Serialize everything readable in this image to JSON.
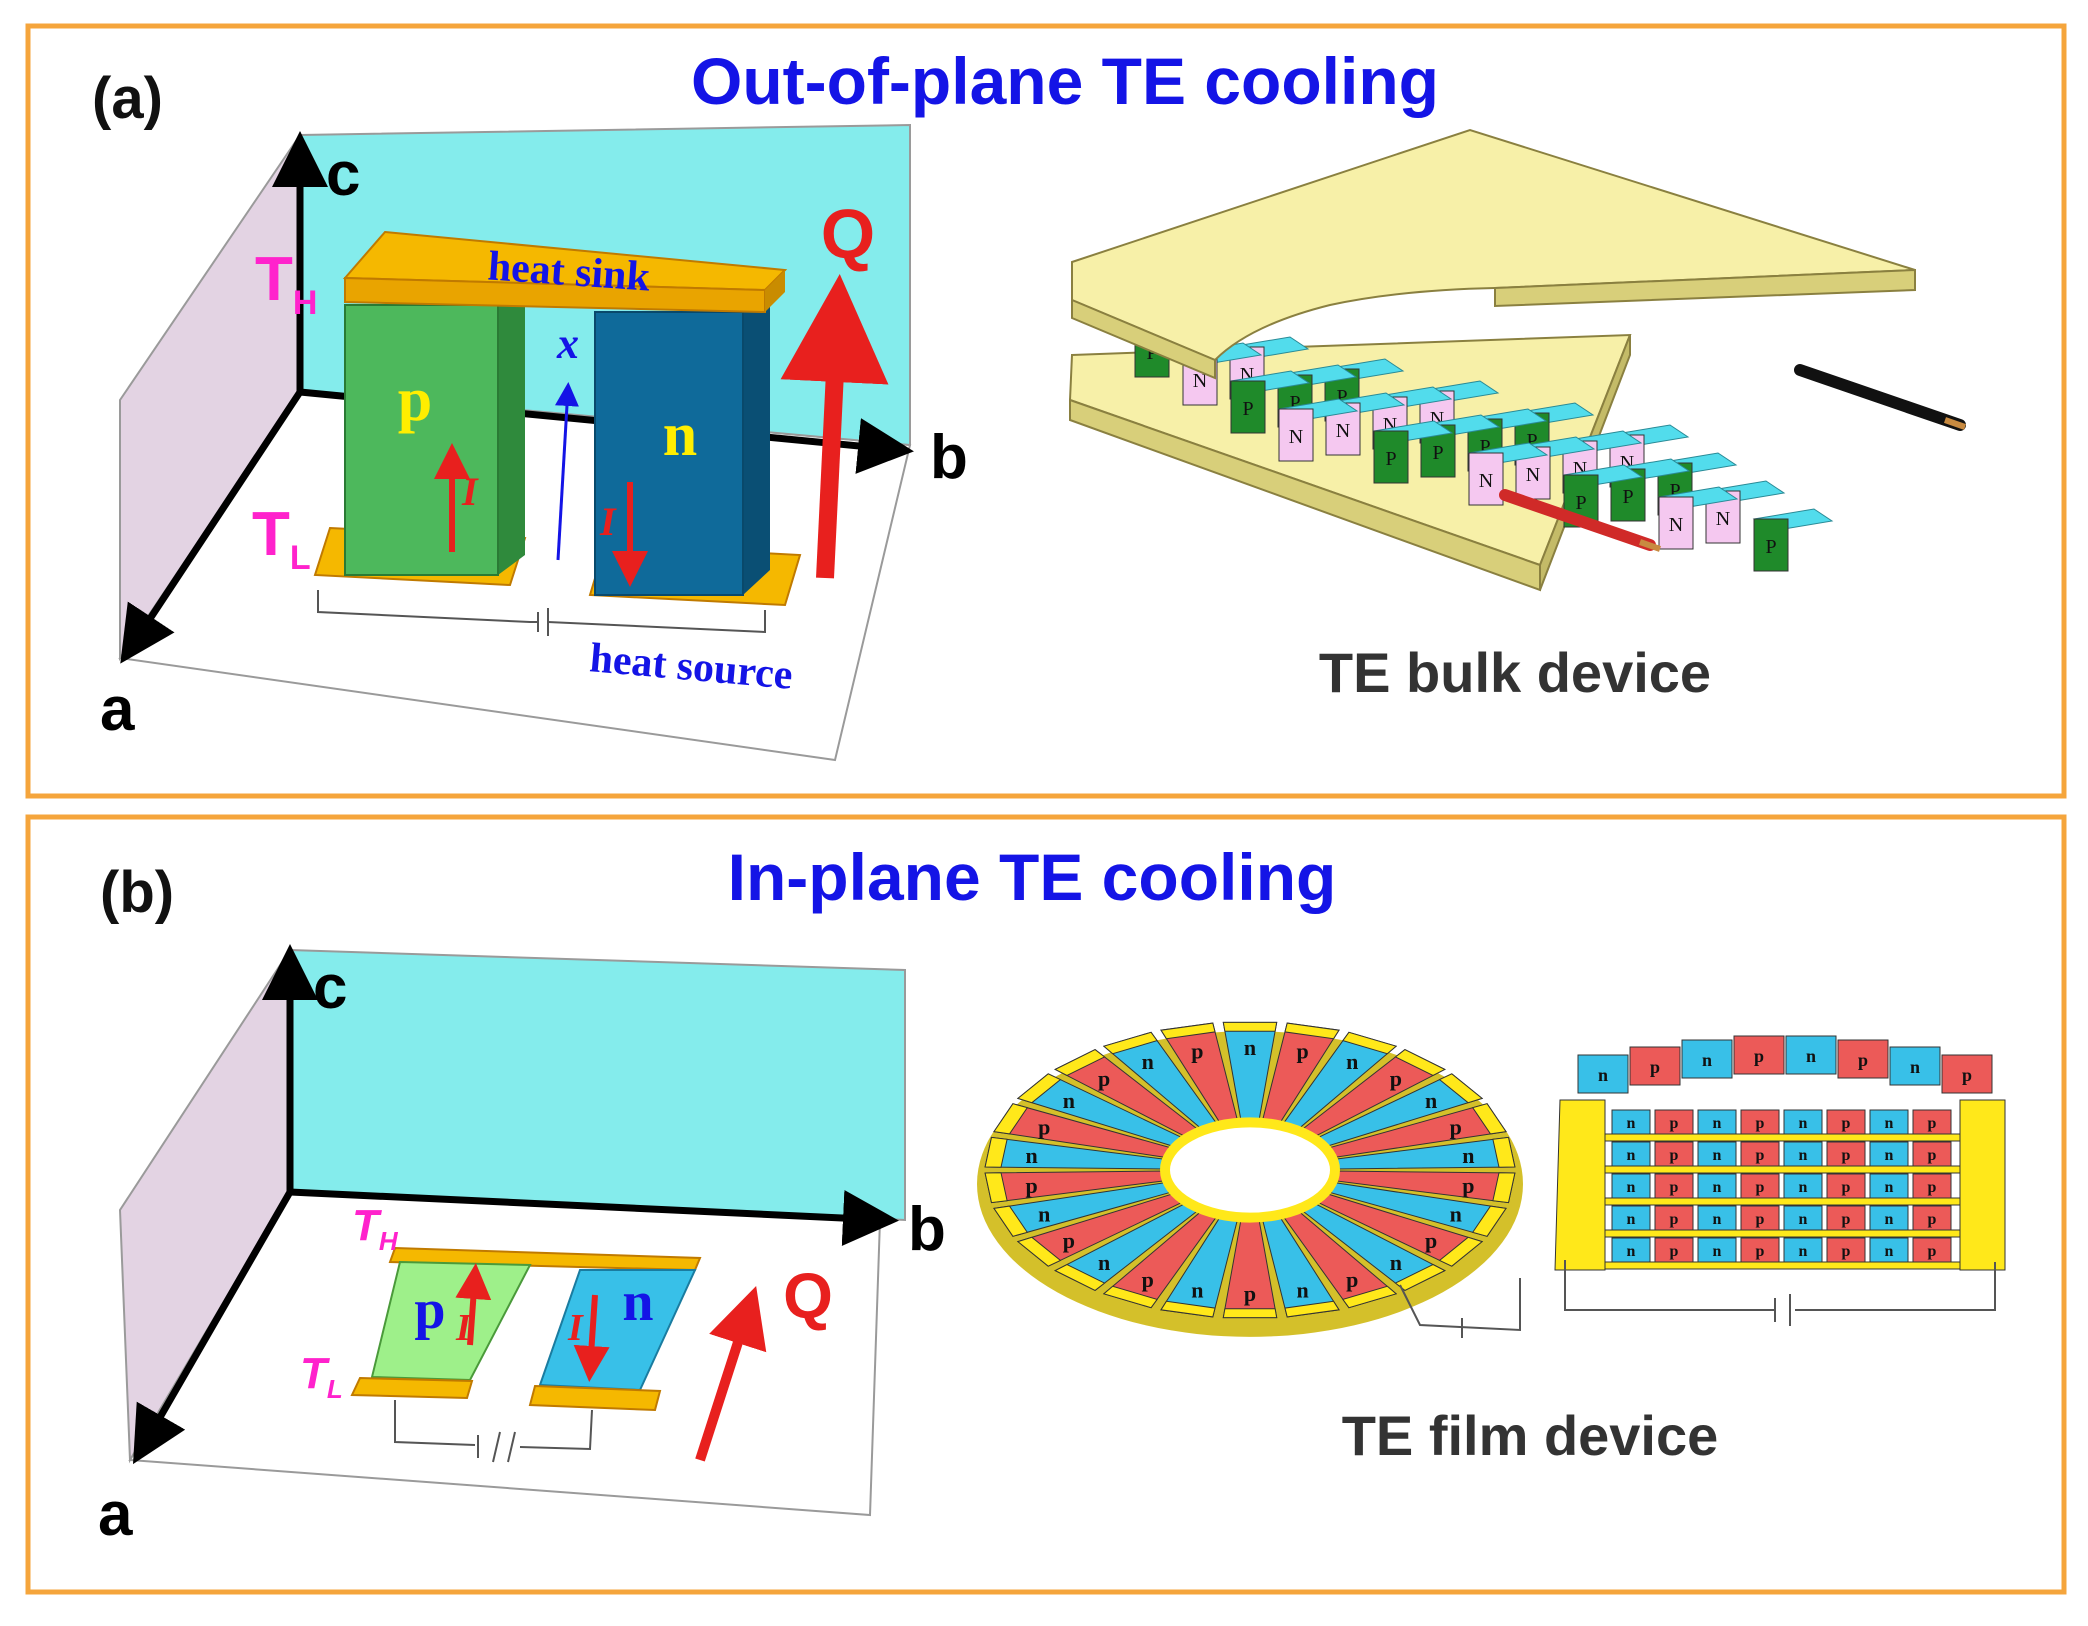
{
  "panel_a": {
    "label": "(a)",
    "title": "Out-of-plane TE cooling",
    "axes": {
      "a": "a",
      "b": "b",
      "c": "c"
    },
    "temp_high": "T",
    "temp_high_sub": "H",
    "temp_low": "T",
    "temp_low_sub": "L",
    "p_leg": "p",
    "n_leg": "n",
    "heat_sink": "heat sink",
    "heat_source": "heat source",
    "x_axis": "x",
    "current": "I",
    "heat_flow": "Q",
    "module_p": "P",
    "module_n": "N",
    "device_label": "TE bulk device"
  },
  "panel_b": {
    "label": "(b)",
    "title": "In-plane TE cooling",
    "axes": {
      "a": "a",
      "b": "b",
      "c": "c"
    },
    "temp_high": "T",
    "temp_high_sub": "H",
    "temp_low": "T",
    "temp_low_sub": "L",
    "p_leg": "p",
    "n_leg": "n",
    "current": "I",
    "heat_flow": "Q",
    "film_p": "p",
    "film_n": "n",
    "device_label": "TE film device"
  },
  "colors": {
    "frame": "#f5a53c",
    "title": "#1414e6",
    "temp": "#ff22cc",
    "p_bulk": "#4db85c",
    "n_bulk": "#0f6a9a",
    "leg_text": "#ffee00",
    "electrode": "#f5b800",
    "arrow": "#e8201e",
    "back_wall": "#84ecec",
    "side_wall": "#e3d3e3",
    "film_p_red": "#ec5a58",
    "film_n_blue": "#38c0e8",
    "film_frame": "#ffe81a",
    "plate": "#f7f0a8",
    "module_cyan": "#52dcec",
    "module_green": "#1f8a2a",
    "module_pink": "#f5c8f0"
  }
}
